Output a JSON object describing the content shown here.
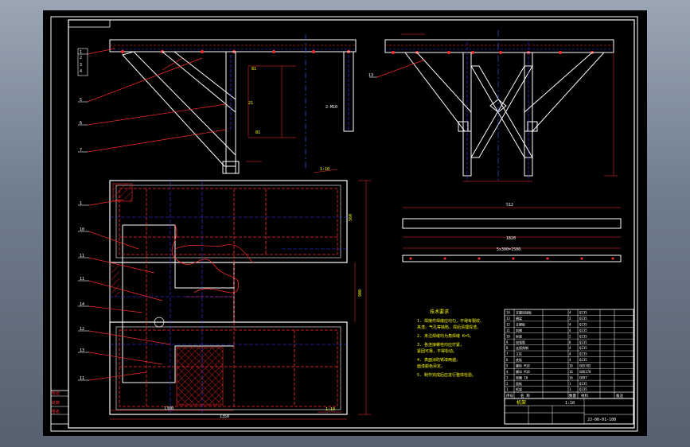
{
  "drawing": {
    "sheet_border_color": "#ffffff",
    "colors": {
      "outline": "#ffffff",
      "leader": "#ff2a2a",
      "hidden": "#3a3aff",
      "dimension": "#ff3030",
      "notes": "#ffff00",
      "center": "#2e6bff"
    }
  },
  "elevation_views": {
    "part_labels_left": [
      "1",
      "2",
      "3",
      "4",
      "5",
      "6",
      "7"
    ],
    "part_label_right": "13",
    "dimension_texts": [
      "81",
      "21",
      "81",
      "2-M10"
    ]
  },
  "plan_view": {
    "part_labels": [
      "1",
      "10",
      "11",
      "11",
      "14",
      "12",
      "13",
      "11"
    ],
    "overall_width": "1350",
    "inner_width": "1300",
    "right_height": "900",
    "right_height2": "560",
    "callout_top": "1:10",
    "callout_bottom": "1:10"
  },
  "side_bar": {
    "top_dim": "512",
    "length": "1820",
    "bottom_dim": "5x300=1500"
  },
  "notes": {
    "title": "技术要求",
    "lines": [
      "1. 焊接件焊缝应均匀，不得有裂纹、",
      "   夹渣、气孔等缺陷，焊后清理焊渣。",
      "2. 未注焊缝均为角焊缝 K=5。",
      "3. 各连接螺栓均应拧紧，",
      "   紧固可靠，不得松动。",
      "4. 表面涂防锈漆两遍，",
      "   面漆颜色另定。",
      "5. 制作完成后应进行整体检验。"
    ]
  },
  "bom": {
    "rows": [
      [
        "14",
        "支腿连接板",
        "4",
        "Q235"
      ],
      [
        "13",
        "横梁",
        "2",
        "Q235"
      ],
      [
        "12",
        "支撑板",
        "4",
        "Q235"
      ],
      [
        "11",
        "斜撑",
        "4",
        "Q235"
      ],
      [
        "10",
        "纵梁",
        "2",
        "Q235"
      ],
      [
        "9",
        "加强筋",
        "8",
        "Q235"
      ],
      [
        "8",
        "连接角钢",
        "4",
        "Q235"
      ],
      [
        "7",
        "立柱",
        "4",
        "Q235"
      ],
      [
        "6",
        "底板",
        "4",
        "Q235"
      ],
      [
        "5",
        "螺栓 M10",
        "16",
        "GB5782"
      ],
      [
        "4",
        "螺母 M10",
        "16",
        "GB6170"
      ],
      [
        "3",
        "垫圈 10",
        "16",
        "GB97"
      ],
      [
        "2",
        "面板",
        "1",
        "Q235"
      ],
      [
        "1",
        "框架",
        "1",
        "Q235"
      ]
    ],
    "header": [
      "序号",
      "名 称",
      "数量",
      "材料",
      "备注"
    ],
    "assembly_name": "机架",
    "drawing_number": "JJ-00-01-100",
    "scale": "1:10"
  },
  "left_stamp": [
    "标记",
    "处数",
    "签名"
  ]
}
